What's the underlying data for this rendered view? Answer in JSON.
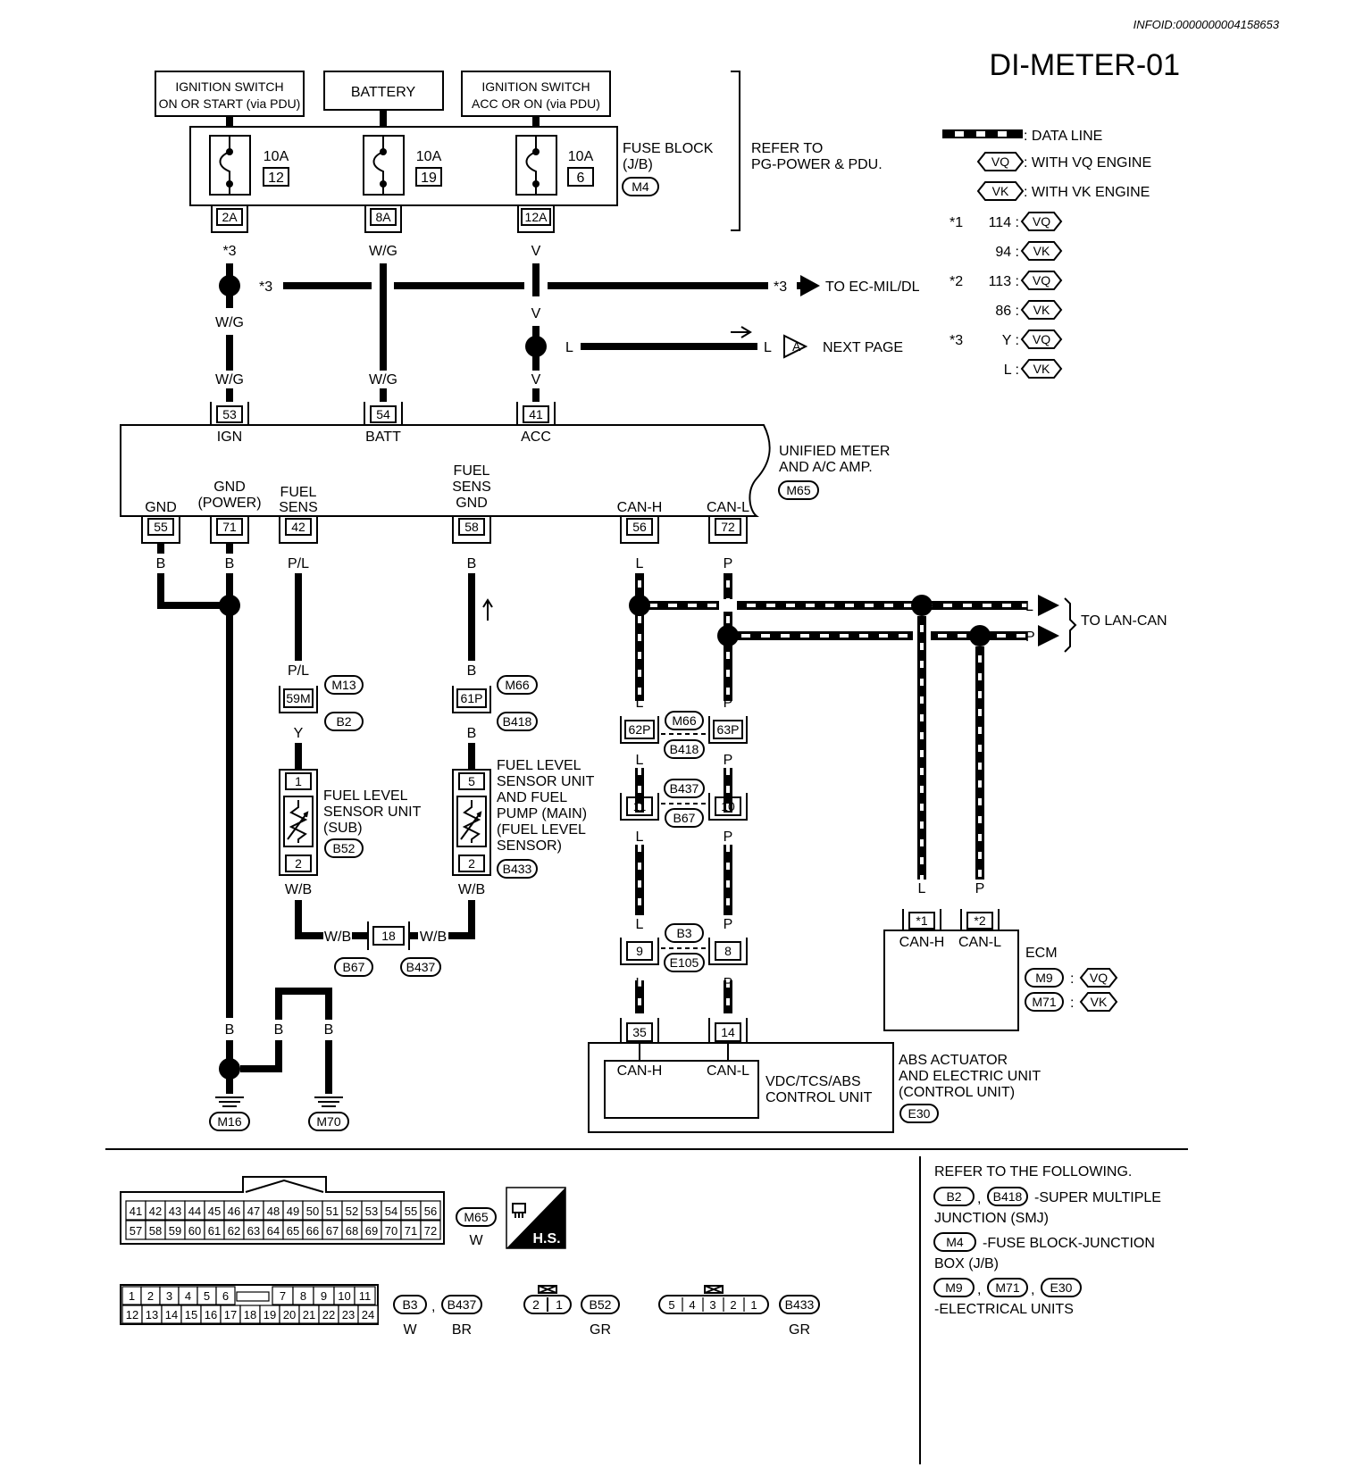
{
  "header": {
    "info_id": "INFOID:0000000004158653",
    "title": "DI-METER-01"
  },
  "power_sources": {
    "ign_switch": [
      "IGNITION SWITCH",
      "ON OR START (via PDU)"
    ],
    "battery": "BATTERY",
    "acc_switch": [
      "IGNITION SWITCH",
      "ACC OR ON (via PDU)"
    ]
  },
  "fuse_block": {
    "fuses": [
      {
        "amp": "10A",
        "num": "12",
        "connector": "2A"
      },
      {
        "amp": "10A",
        "num": "19",
        "connector": "8A"
      },
      {
        "amp": "10A",
        "num": "6",
        "connector": "12A"
      }
    ],
    "label": [
      "FUSE BLOCK",
      "(J/B)"
    ],
    "connector": "M4",
    "refer": [
      "REFER TO",
      "PG-POWER & PDU."
    ]
  },
  "legend": {
    "data_line": ": DATA LINE",
    "vq": ": WITH VQ ENGINE",
    "vk": ": WITH VK ENGINE",
    "vq_tag": "VQ",
    "vk_tag": "VK",
    "notes": [
      {
        "star": "*1",
        "val": "114 :",
        "tag": "VQ"
      },
      {
        "star": "",
        "val": "94 :",
        "tag": "VK"
      },
      {
        "star": "*2",
        "val": "113 :",
        "tag": "VQ"
      },
      {
        "star": "",
        "val": "86 :",
        "tag": "VK"
      },
      {
        "star": "*3",
        "val": "Y :",
        "tag": "VQ"
      },
      {
        "star": "",
        "val": "L :",
        "tag": "VK"
      }
    ]
  },
  "wires": {
    "star3": "*3",
    "wg": "W/G",
    "v": "V",
    "l": "L",
    "b": "B",
    "pl": "P/L",
    "p": "P",
    "y": "Y",
    "wb": "W/B"
  },
  "arrows": {
    "to_ec": "TO EC-MIL/DL",
    "a": "A",
    "next_page": "NEXT PAGE",
    "to_lan": "TO LAN-CAN"
  },
  "meter": {
    "top_pins": [
      {
        "num": "53",
        "label": "IGN"
      },
      {
        "num": "54",
        "label": "BATT"
      },
      {
        "num": "41",
        "label": "ACC"
      }
    ],
    "name": [
      "UNIFIED METER",
      "AND A/C AMP."
    ],
    "connector": "M65",
    "bottom_pins": [
      {
        "num": "55",
        "label": [
          "GND"
        ]
      },
      {
        "num": "71",
        "label": [
          "GND",
          "(POWER)"
        ]
      },
      {
        "num": "42",
        "label": [
          "FUEL",
          "SENS"
        ]
      },
      {
        "num": "58",
        "label": [
          "FUEL",
          "SENS",
          "GND"
        ]
      },
      {
        "num": "56",
        "label": [
          "CAN-H"
        ]
      },
      {
        "num": "72",
        "label": [
          "CAN-L"
        ]
      }
    ]
  },
  "junctions": {
    "j59m": "59M",
    "m13": "M13",
    "b2": "B2",
    "j61p": "61P",
    "m66": "M66",
    "b418": "B418",
    "j62p": "62P",
    "j63p": "63P",
    "j11": "11",
    "j10": "10",
    "b437": "B437",
    "b67": "B67",
    "j18": "18",
    "j9": "9",
    "j8": "8",
    "b3": "B3",
    "e105": "E105"
  },
  "sensor_sub": {
    "pins": [
      "1",
      "2"
    ],
    "name": [
      "FUEL LEVEL",
      "SENSOR UNIT",
      "(SUB)"
    ],
    "connector": "B52"
  },
  "sensor_main": {
    "pins": [
      "5",
      "2"
    ],
    "name": [
      "FUEL LEVEL",
      "SENSOR UNIT",
      "AND FUEL",
      "PUMP (MAIN)",
      "(FUEL LEVEL",
      " SENSOR)"
    ],
    "connector": "B433"
  },
  "ecm": {
    "pins": [
      {
        "num": "*1",
        "label": "CAN-H"
      },
      {
        "num": "*2",
        "label": "CAN-L"
      }
    ],
    "name": "ECM",
    "conn_vq": "M9",
    "conn_vk": "M71",
    "colon": ":"
  },
  "abs": {
    "pins": [
      {
        "num": "35",
        "label": "CAN-H"
      },
      {
        "num": "14",
        "label": "CAN-L"
      }
    ],
    "inner": [
      "VDC/TCS/ABS",
      "CONTROL UNIT"
    ],
    "name": [
      "ABS ACTUATOR",
      "AND ELECTRIC UNIT",
      "(CONTROL UNIT)"
    ],
    "connector": "E30"
  },
  "grounds": {
    "m16": "M16",
    "m70": "M70"
  },
  "connector_views": {
    "m65_rows": [
      [
        "41",
        "42",
        "43",
        "44",
        "45",
        "46",
        "47",
        "48",
        "49",
        "50",
        "51",
        "52",
        "53",
        "54",
        "55",
        "56"
      ],
      [
        "57",
        "58",
        "59",
        "60",
        "61",
        "62",
        "63",
        "64",
        "65",
        "66",
        "67",
        "68",
        "69",
        "70",
        "71",
        "72"
      ]
    ],
    "m65_tag": "M65",
    "m65_color": "W",
    "hs": "H.S.",
    "b3_left": [
      "1",
      "2",
      "3",
      "4",
      "5",
      "6"
    ],
    "b3_right": [
      "7",
      "8",
      "9",
      "10",
      "11"
    ],
    "b3_bottom": [
      "12",
      "13",
      "14",
      "15",
      "16",
      "17",
      "18",
      "19",
      "20",
      "21",
      "22",
      "23",
      "24"
    ],
    "b3_tag": "B3",
    "b3_color": "W",
    "comma": ",",
    "b437_tag": "B437",
    "b437_color": "BR",
    "b52_pins": [
      "2",
      "1"
    ],
    "b52_tag": "B52",
    "b52_color": "GR",
    "b433_pins": [
      "5",
      "4",
      "3",
      "2",
      "1"
    ],
    "b433_tag": "B433",
    "b433_color": "GR"
  },
  "refer": {
    "title": "REFER TO THE FOLLOWING.",
    "line1_tags": [
      "B2",
      "B418"
    ],
    "line1_text": "-SUPER MULTIPLE",
    "line1b": "JUNCTION (SMJ)",
    "line2_tag": "M4",
    "line2_text": "-FUSE BLOCK-JUNCTION",
    "line2b": "BOX (J/B)",
    "line3_tags": [
      "M9",
      "M71",
      "E30"
    ],
    "line3b": "-ELECTRICAL UNITS"
  }
}
